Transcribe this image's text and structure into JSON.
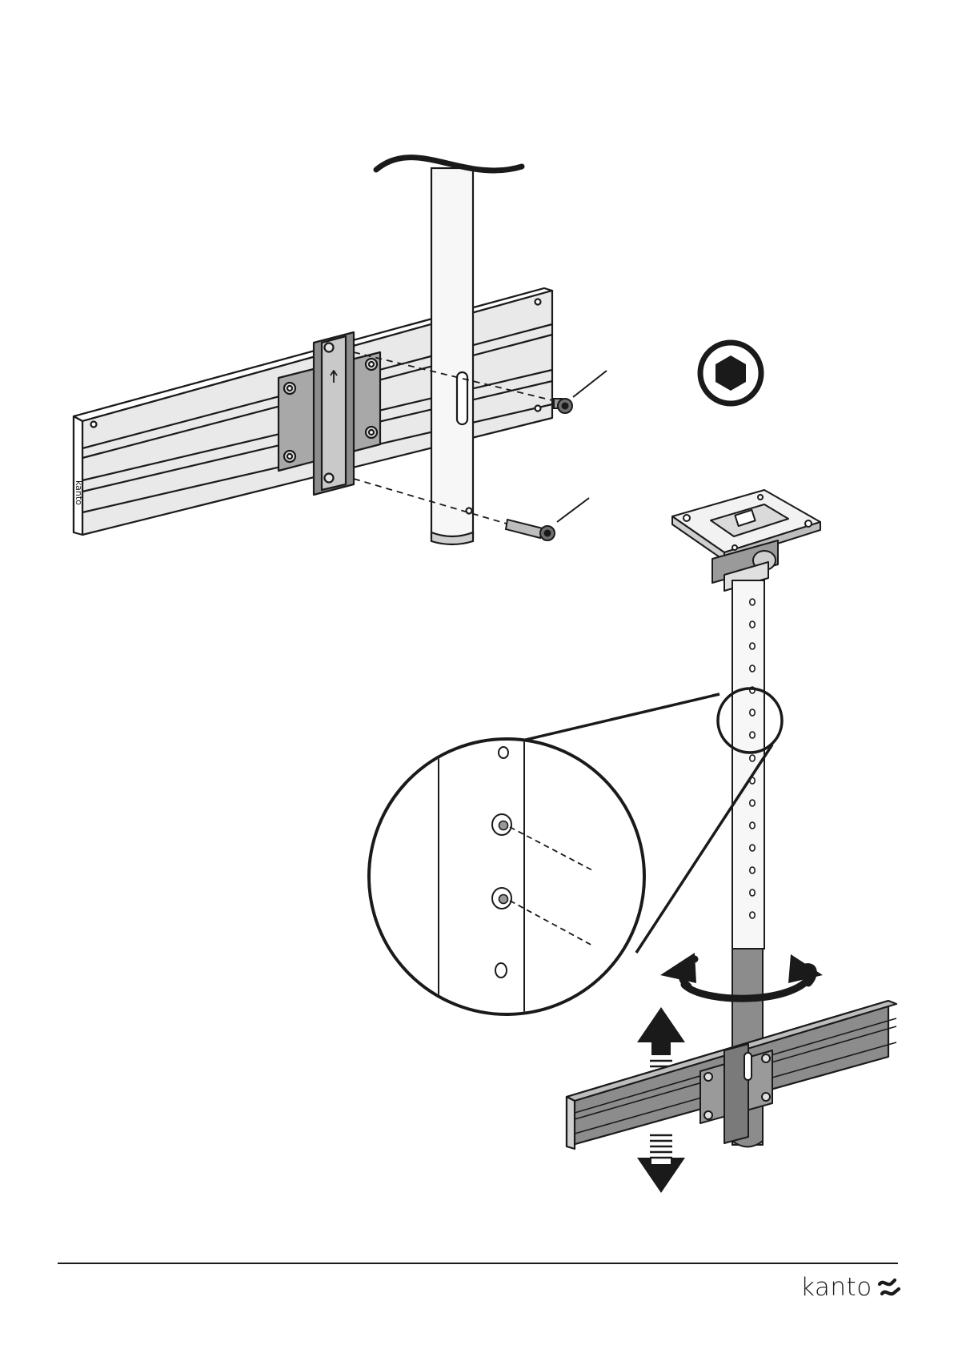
{
  "document": {
    "type": "assembly-instruction-step"
  },
  "footer": {
    "brand_wordmark": "kanto",
    "brand_logo_icon": "kanto-wave-logo-icon"
  },
  "figure": {
    "callouts": [
      {
        "name": "upper-screw-leader",
        "label": ""
      },
      {
        "name": "lower-bolt-leader",
        "label": ""
      }
    ],
    "tool_icon": "hex-key-icon",
    "motion_icons": [
      "rotate-arrow-icon",
      "up-down-arrow-icon"
    ],
    "embossed_rail_text": "kanto"
  },
  "colors": {
    "ink": "#1a1a1a",
    "metal_dark": "#8c8c8c",
    "metal_light": "#e6e6e6",
    "paper": "#ffffff"
  }
}
